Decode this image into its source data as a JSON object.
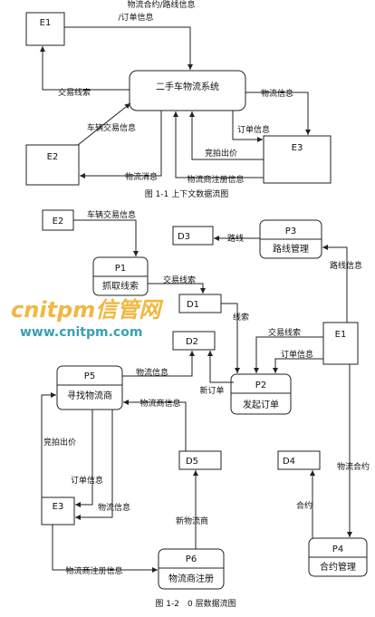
{
  "figure1": {
    "caption": "图 1-1 上下文数据流图",
    "nodes": {
      "e1": "E1",
      "e2": "E2",
      "e3": "E3",
      "system": "二手车物流系统"
    },
    "flows": {
      "top_line1": "物流合约/路线信息",
      "top_line2": "/订单信息",
      "trade_lead": "交易线索",
      "vehicle_trade": "车辆交易信息",
      "logistics_msg": "物流消息",
      "logistics_info": "物流信息",
      "order_info": "订单信息",
      "bid": "竞拍出价",
      "registration": "物流商注册信息"
    }
  },
  "figure2": {
    "caption": "图 1-2　0 层数据流图",
    "externals": {
      "e1": "E1",
      "e2": "E2",
      "e3": "E3"
    },
    "stores": {
      "d1": "D1",
      "d2": "D2",
      "d3": "D3",
      "d4": "D4",
      "d5": "D5"
    },
    "processes": {
      "p1": {
        "id": "P1",
        "name": "抓取线索"
      },
      "p2": {
        "id": "P2",
        "name": "发起订单"
      },
      "p3": {
        "id": "P3",
        "name": "路线管理"
      },
      "p4": {
        "id": "P4",
        "name": "合约管理"
      },
      "p5": {
        "id": "P5",
        "name": "寻找物流商"
      },
      "p6": {
        "id": "P6",
        "name": "物流商注册"
      }
    },
    "flows": {
      "e2_p1": "车辆交易信息",
      "route": "路线",
      "route_info": "路线信息",
      "trade_lead_p1": "交易线索",
      "lead": "线索",
      "trade_lead_e1": "交易线索",
      "order_info_e1": "订单信息",
      "logistics_info_p5": "物流信息",
      "new_order": "新订单",
      "logistics_provider_info": "物流商信息",
      "bid": "竞拍出价",
      "order_info_e3": "订单信息",
      "logistics_info_e3": "物流信息",
      "contract_e1": "物流合约",
      "contract_d4": "合约",
      "new_provider": "新物流商",
      "registration": "物流商注册信息"
    }
  },
  "watermark": {
    "brand": "cnitpm信管网",
    "url": "www.cnitpm.com"
  },
  "colors": {
    "watermark_orange": "#f0b840",
    "watermark_teal": "#3aa0b6",
    "line": "#222222"
  }
}
